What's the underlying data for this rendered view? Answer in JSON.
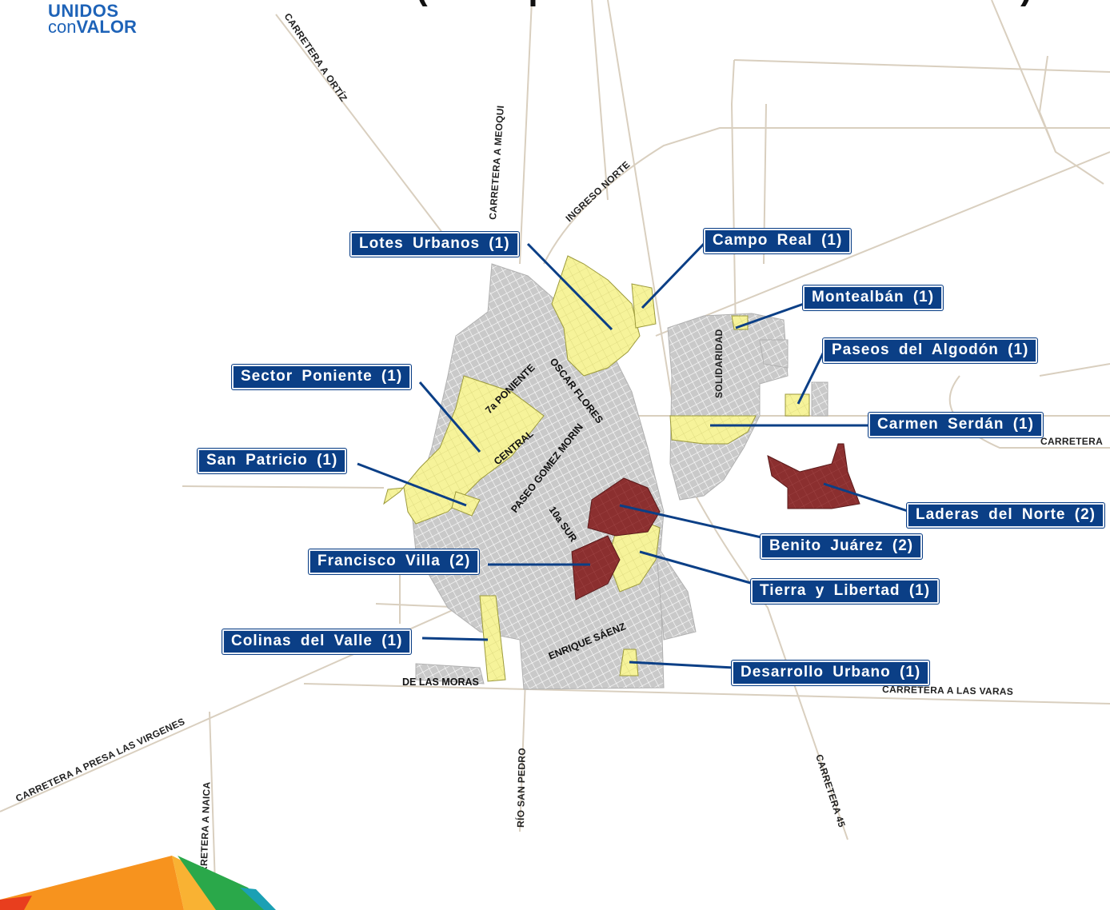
{
  "header": {
    "title": "(Principales Colonias de Incidencia)",
    "logo_line1": "UNIDOS",
    "logo_line2a": "con",
    "logo_line2b": "VALOR"
  },
  "colors": {
    "zone_one_incident": "#f6f39a",
    "zone_two_incidents": "#8b2f2f",
    "urban_area": "#c8c8c8",
    "label_bg": "#0b3f86",
    "road": "#d9cfbf"
  },
  "roads": {
    "carretera_ortiz": "CARRETERA A ORTÍZ",
    "carretera_meoqui": "CARRETERA A MEOQUI",
    "ingreso_norte": "INGRESO NORTE",
    "solidaridad": "SOLIDARIDAD",
    "carretera_east": "CARRETERA",
    "carretera_las_varas": "CARRETERA A LAS VARAS",
    "carretera_45": "CARRETERA 45",
    "rio_san_pedro": "RÍO SAN PEDRO",
    "carretera_naica": "CARRETERA A NAICA",
    "carretera_presa": "CARRETERA A PRESA LAS VIRGENES",
    "de_las_moras": "DE LAS MORAS",
    "enrique_saenz": "ENRIQUE SÁENZ",
    "poniente_7a": "7a PONIENTE",
    "central": "CENTRAL",
    "oscar_flores": "OSCAR FLORES",
    "paseo_gomez_morin": "PASEO GOMEZ MORIN",
    "sur_10a": "10a SUR"
  },
  "colonias": [
    {
      "name": "Lotes Urbanos (1)",
      "incidents": 1
    },
    {
      "name": "Campo Real (1)",
      "incidents": 1
    },
    {
      "name": "Montealbán (1)",
      "incidents": 1
    },
    {
      "name": "Paseos del Algodón (1)",
      "incidents": 1
    },
    {
      "name": "Sector Poniente (1)",
      "incidents": 1
    },
    {
      "name": "Carmen Serdán (1)",
      "incidents": 1
    },
    {
      "name": "San Patricio (1)",
      "incidents": 1
    },
    {
      "name": "Laderas del Norte (2)",
      "incidents": 2
    },
    {
      "name": "Benito Juárez (2)",
      "incidents": 2
    },
    {
      "name": "Francisco Villa (2)",
      "incidents": 2
    },
    {
      "name": "Tierra y Libertad (1)",
      "incidents": 1
    },
    {
      "name": "Colinas del Valle (1)",
      "incidents": 1
    },
    {
      "name": "Desarrollo Urbano (1)",
      "incidents": 1
    }
  ]
}
